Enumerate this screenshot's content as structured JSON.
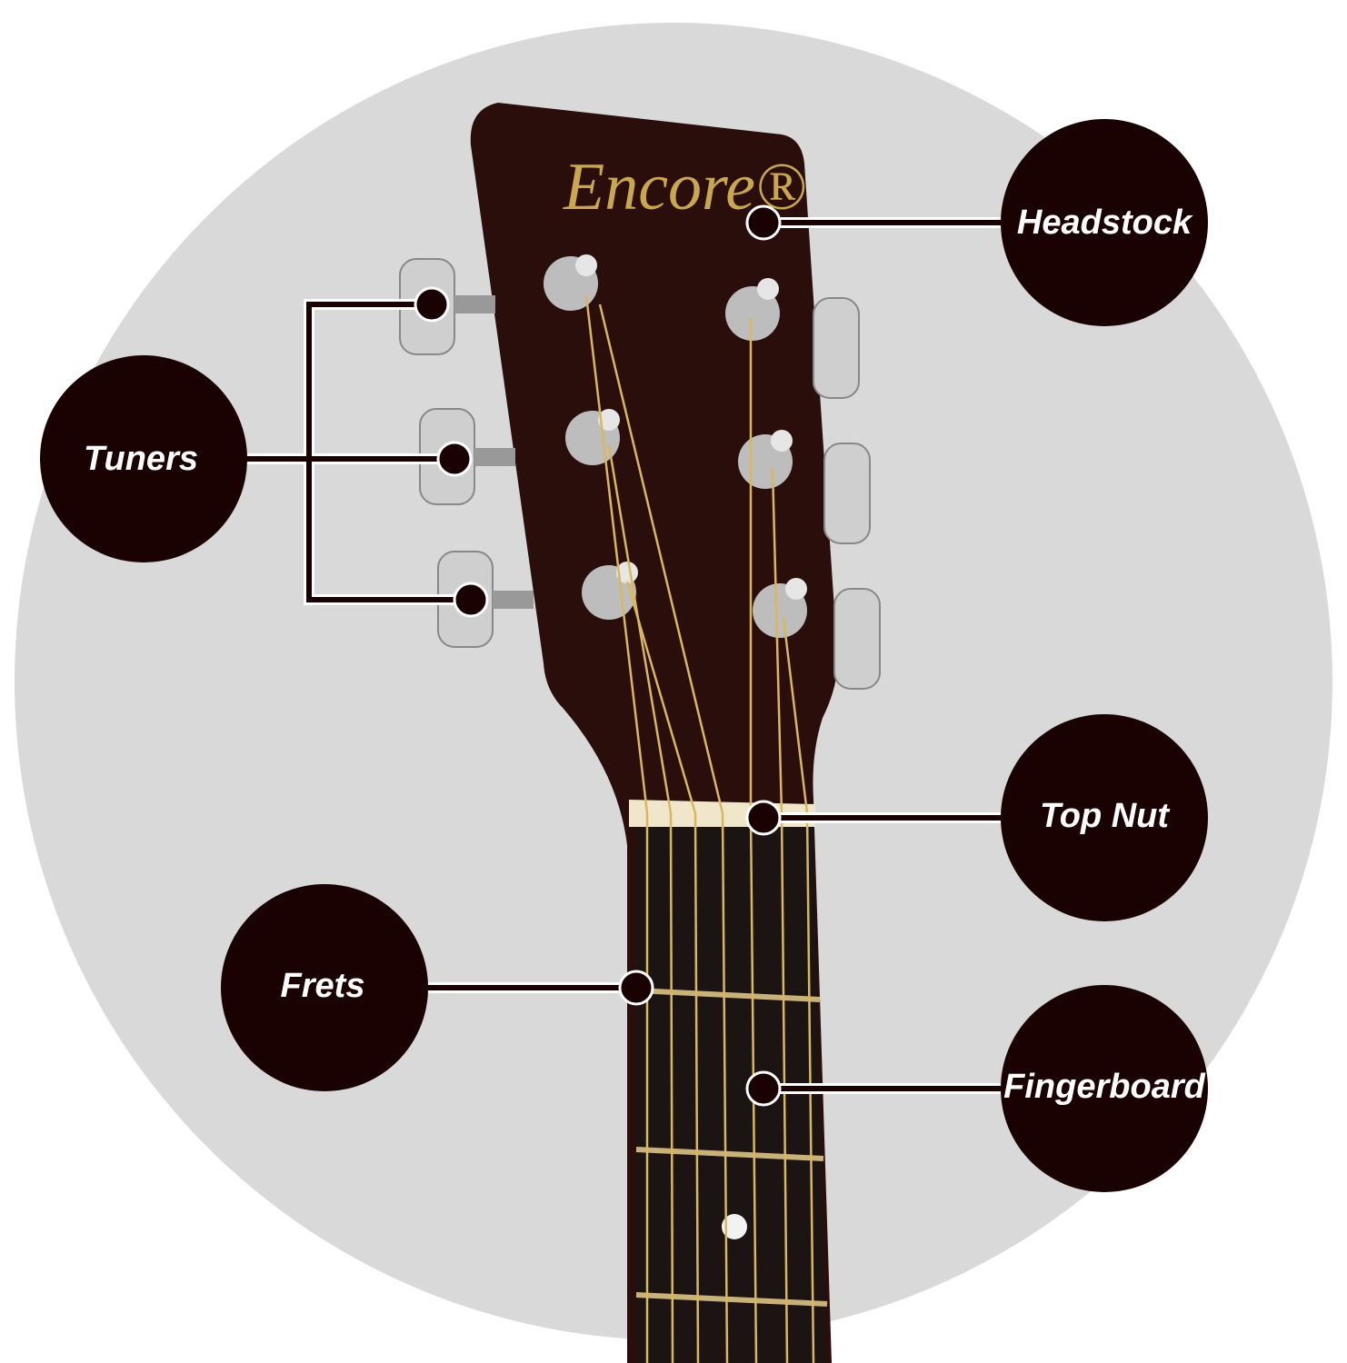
{
  "logo": "Encore®",
  "callouts": [
    {
      "id": "headstock",
      "label": "Headstock"
    },
    {
      "id": "tuners",
      "label": "Tuners"
    },
    {
      "id": "top-nut",
      "label": "Top Nut"
    },
    {
      "id": "frets",
      "label": "Frets"
    },
    {
      "id": "fingerboard",
      "label": "Fingerboard"
    }
  ],
  "colors": {
    "background_circle": "#d9d9d9",
    "callout_fill": "#1a0202",
    "headstock": "#2a0e0c",
    "fingerboard": "#1b1412",
    "strings": "#d8b760",
    "nut": "#efe6cc"
  }
}
